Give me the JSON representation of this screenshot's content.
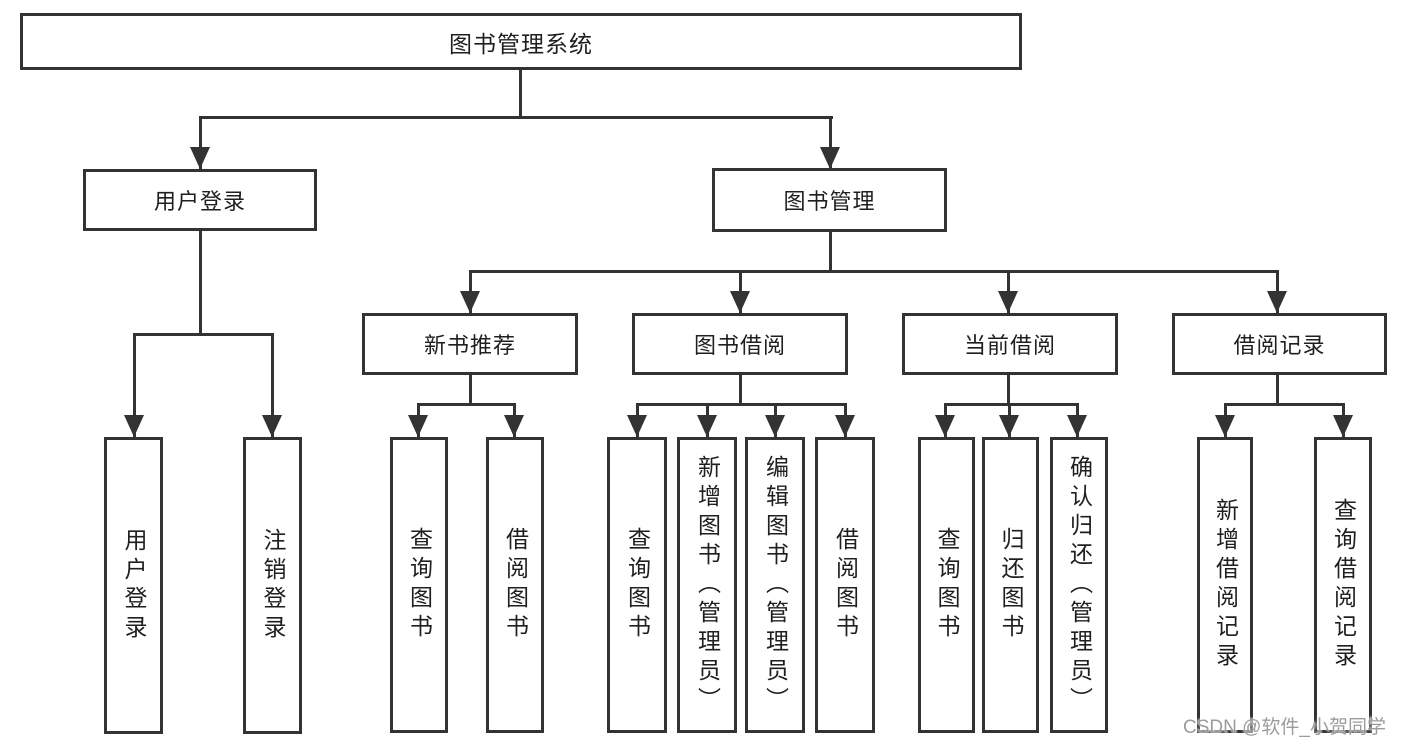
{
  "colors": {
    "line": "#333333",
    "text": "#1f1f1f",
    "background": "#ffffff",
    "watermark": "#9c9c9c"
  },
  "tree": {
    "root": "图书管理系统",
    "branches": [
      {
        "label": "用户登录",
        "children": [
          "用户登录",
          "注销登录"
        ]
      },
      {
        "label": "图书管理",
        "children": [
          {
            "label": "新书推荐",
            "children": [
              "查询图书",
              "借阅图书"
            ]
          },
          {
            "label": "图书借阅",
            "children": [
              "查询图书",
              "新增图书（管理员）",
              "编辑图书（管理员）",
              "借阅图书"
            ]
          },
          {
            "label": "当前借阅",
            "children": [
              "查询图书",
              "归还图书",
              "确认归还（管理员）"
            ]
          },
          {
            "label": "借阅记录",
            "children": [
              "新增借阅记录",
              "查询借阅记录"
            ]
          }
        ]
      }
    ]
  },
  "watermark": "CSDN @软件_小贺同学"
}
